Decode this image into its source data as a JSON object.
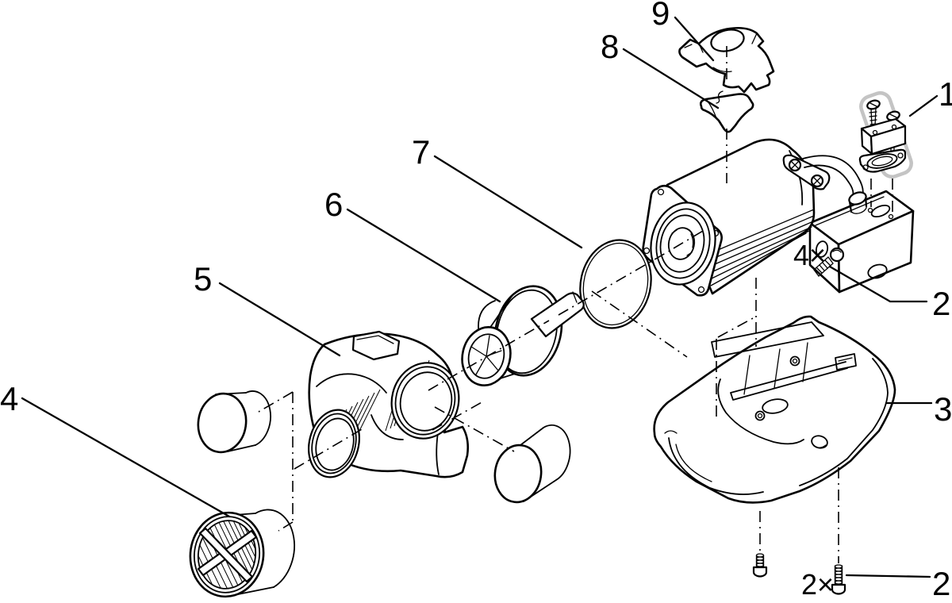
{
  "diagram": {
    "background_color": "#ffffff",
    "line_color": "#000000",
    "highlight_color": "#c4c4c4",
    "callouts": {
      "c1": "1",
      "c2": "2",
      "c3": "3",
      "c4": "4",
      "c5": "5",
      "c6": "6",
      "c7": "7",
      "c8": "8",
      "c9": "9"
    },
    "quantities": {
      "q4": "4×",
      "q2": "2×"
    }
  }
}
